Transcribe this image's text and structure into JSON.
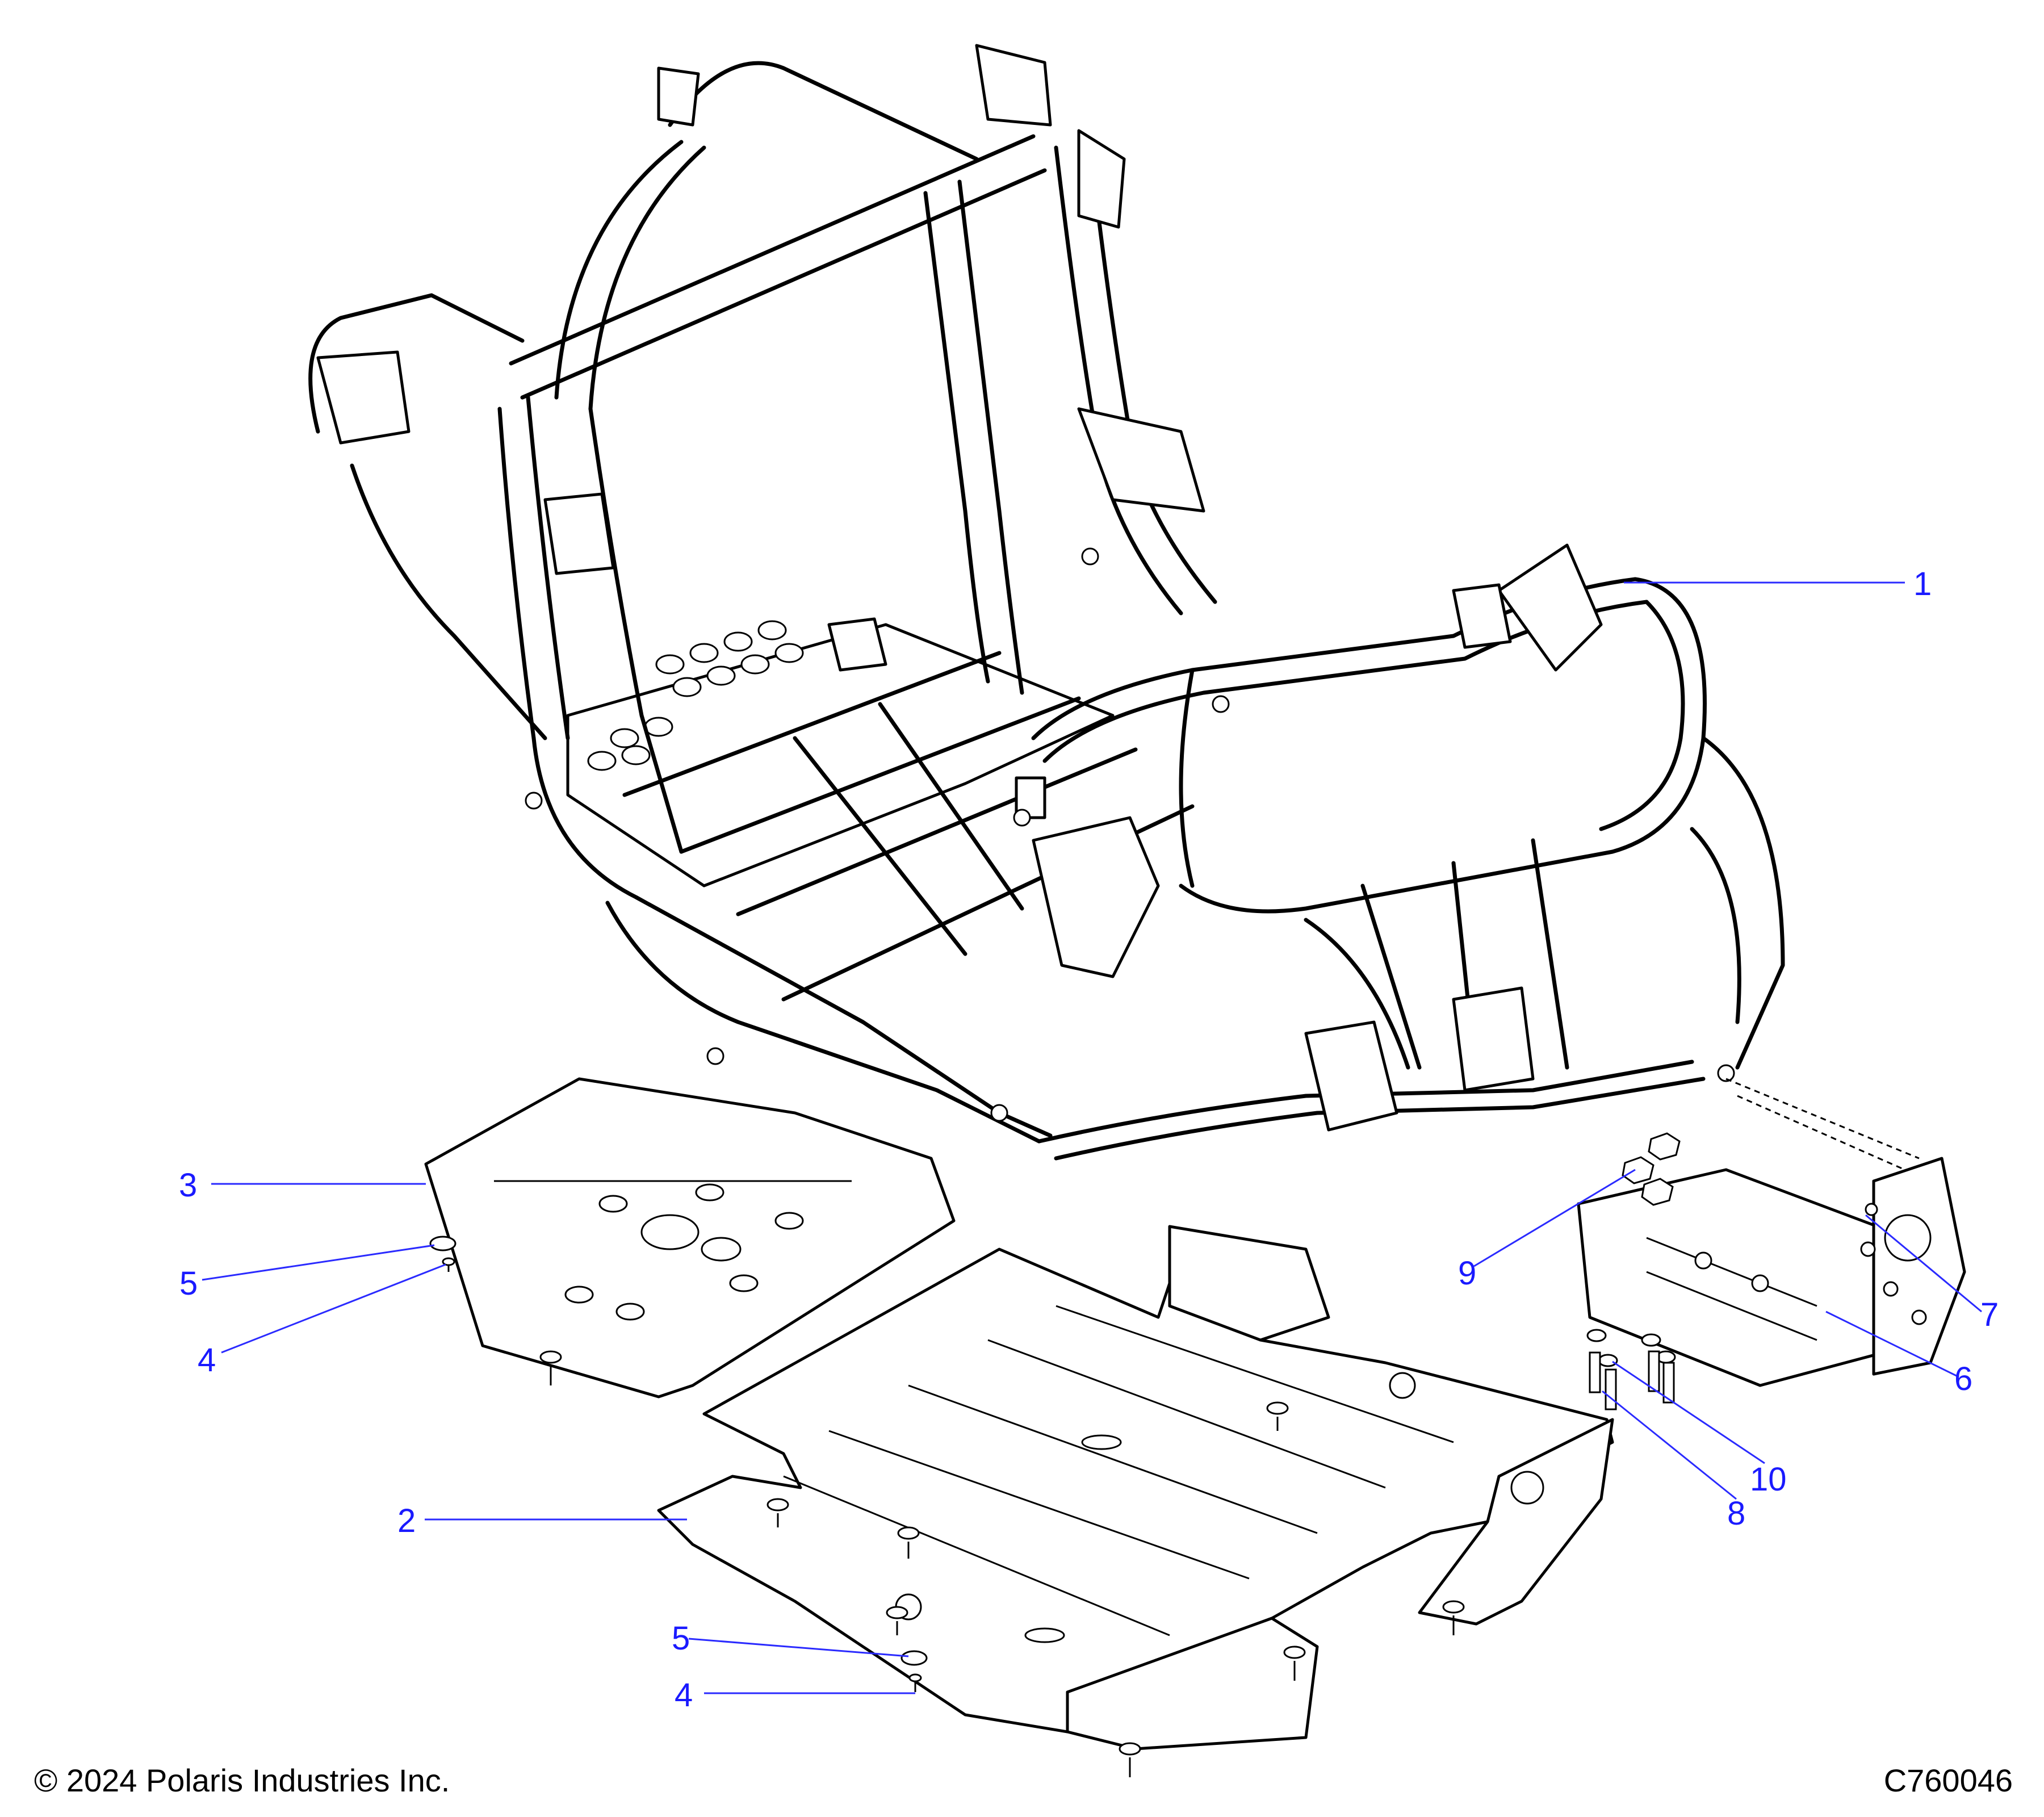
{
  "callouts": [
    {
      "id": "c1",
      "label": "1"
    },
    {
      "id": "c2",
      "label": "2"
    },
    {
      "id": "c3",
      "label": "3"
    },
    {
      "id": "c4a",
      "label": "4"
    },
    {
      "id": "c4b",
      "label": "4"
    },
    {
      "id": "c5a",
      "label": "5"
    },
    {
      "id": "c5b",
      "label": "5"
    },
    {
      "id": "c6",
      "label": "6"
    },
    {
      "id": "c7",
      "label": "7"
    },
    {
      "id": "c8",
      "label": "8"
    },
    {
      "id": "c9",
      "label": "9"
    },
    {
      "id": "c10",
      "label": "10"
    }
  ],
  "footer": {
    "copyright": "© 2024 Polaris Industries Inc.",
    "figure_code": "C760046"
  },
  "colors": {
    "callout_text": "#1a1aff",
    "leader_line": "#2a2aff",
    "line_art": "#000000",
    "background": "#ffffff"
  }
}
